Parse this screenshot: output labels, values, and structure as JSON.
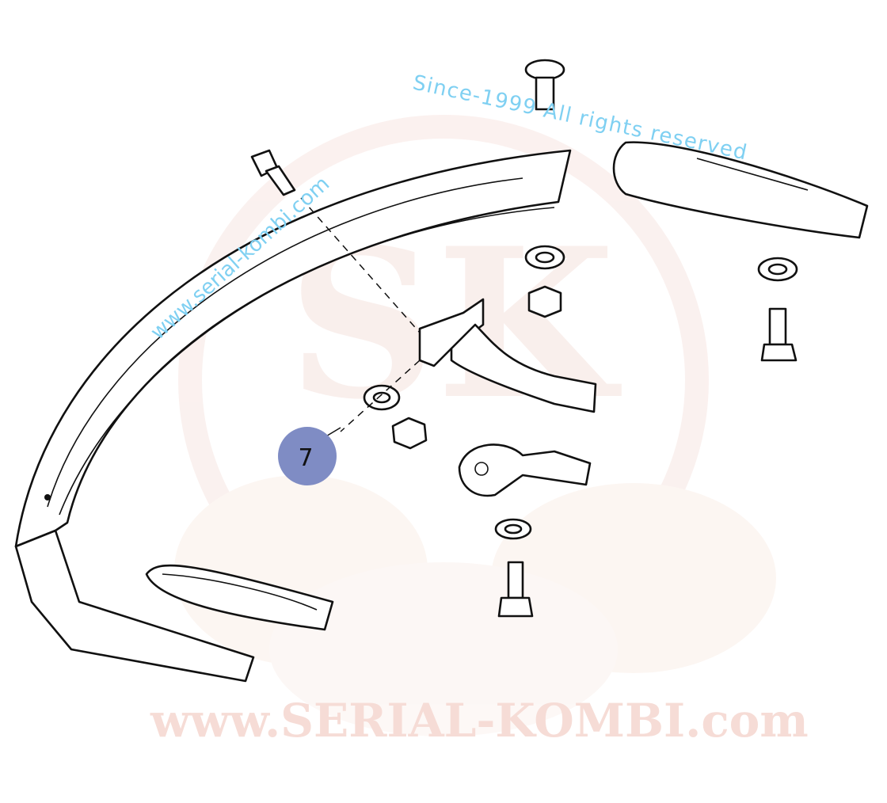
{
  "diagram": {
    "watermark": {
      "left_text": "www.serial-kombi.com",
      "right_text": "Since-1999 All rights reserved",
      "center_text": "www.SERIAL-KOMBI.com",
      "logo_letters": "SK"
    },
    "callouts": [
      {
        "number": "7",
        "color": "#7f8cc4"
      }
    ]
  }
}
